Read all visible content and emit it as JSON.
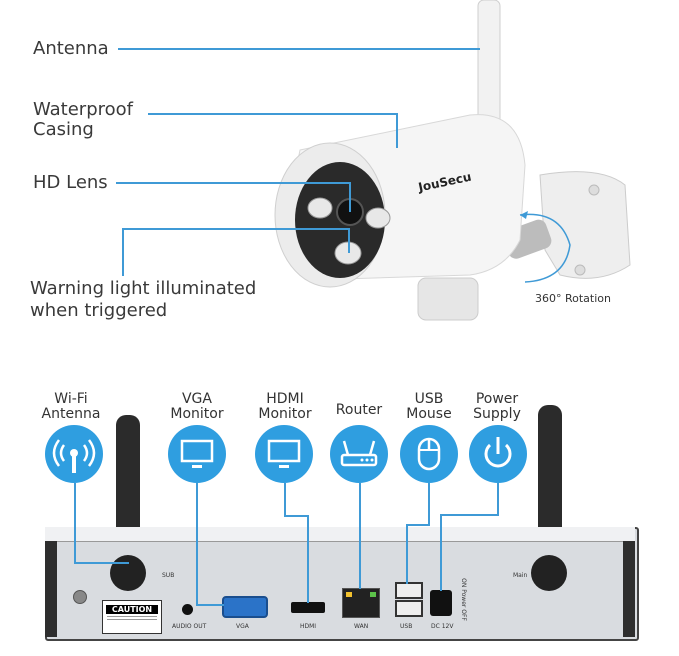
{
  "camera": {
    "brand": "JouSecu",
    "callouts": {
      "antenna": "Antenna",
      "waterproof_line1": "Waterproof",
      "waterproof_line2": "Casing",
      "hd_lens": "HD Lens",
      "warning_line1": "Warning light illuminated",
      "warning_line2": "when triggered"
    },
    "rotation_label": "360° Rotation"
  },
  "nvr": {
    "icons": [
      {
        "line1": "Wi-Fi",
        "line2": "Antenna",
        "icon": "wifi-antenna-icon"
      },
      {
        "line1": "VGA",
        "line2": "Monitor",
        "icon": "monitor-icon"
      },
      {
        "line1": "HDMI",
        "line2": "Monitor",
        "icon": "monitor-icon"
      },
      {
        "line1": "Router",
        "line2": "",
        "icon": "router-icon"
      },
      {
        "line1": "USB",
        "line2": "Mouse",
        "icon": "mouse-icon"
      },
      {
        "line1": "Power",
        "line2": "Supply",
        "icon": "power-icon"
      }
    ],
    "ports": {
      "audio_out": "AUDIO OUT",
      "vga": "VGA",
      "hdmi": "HDMI",
      "wan": "WAN",
      "usb": "USB",
      "dc": "DC 12V",
      "power_switch": "ON Power OFF",
      "caution": "CAUTION",
      "sub": "SUB",
      "main": "Main"
    }
  },
  "colors": {
    "accent": "#2f9ee0",
    "line": "#3f9ad6",
    "panel": "#d9dce0"
  }
}
